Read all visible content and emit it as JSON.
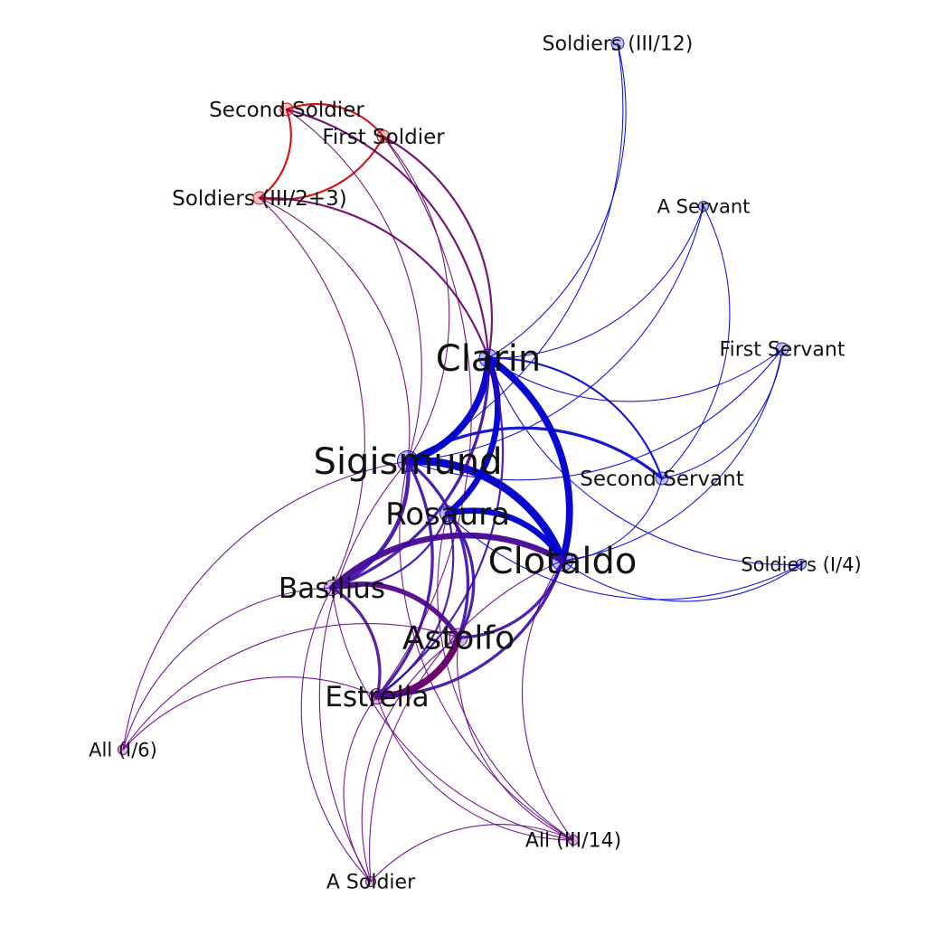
{
  "nodes": [
    {
      "id": "clarin",
      "label": "Clarin",
      "color": "#0b0bcc",
      "importance": 4
    },
    {
      "id": "sigismund",
      "label": "Sigismund",
      "color": "#0b0bcc",
      "importance": 5
    },
    {
      "id": "rosaura",
      "label": "Rosaura",
      "color": "#1a10c0",
      "importance": 3
    },
    {
      "id": "clotaldo",
      "label": "Clotaldo",
      "color": "#0b0bcc",
      "importance": 5
    },
    {
      "id": "basilius",
      "label": "Basilius",
      "color": "#4a0d96",
      "importance": 3
    },
    {
      "id": "astolfo",
      "label": "Astolfo",
      "color": "#5e0b86",
      "importance": 4
    },
    {
      "id": "estrella",
      "label": "Estrella",
      "color": "#5e0b86",
      "importance": 3
    },
    {
      "id": "second_soldier",
      "label": "Second Soldier",
      "color": "#cc1111",
      "importance": 2
    },
    {
      "id": "first_soldier",
      "label": "First Soldier",
      "color": "#cc1111",
      "importance": 2
    },
    {
      "id": "soldiers_iii_2_3",
      "label": "Soldiers (III/2+3)",
      "color": "#cc1111",
      "importance": 2
    },
    {
      "id": "soldiers_iii_12",
      "label": "Soldiers (III/12)",
      "color": "#1a1acc",
      "importance": 2
    },
    {
      "id": "a_servant",
      "label": "A Servant",
      "color": "#1a1acc",
      "importance": 1
    },
    {
      "id": "first_servant",
      "label": "First Servant",
      "color": "#1a1acc",
      "importance": 2
    },
    {
      "id": "second_servant",
      "label": "Second Servant",
      "color": "#1a1acc",
      "importance": 2
    },
    {
      "id": "soldiers_i_4",
      "label": "Soldiers (I/4)",
      "color": "#1a1acc",
      "importance": 1
    },
    {
      "id": "all_i_6",
      "label": "All (I/6)",
      "color": "#6a0a7a",
      "importance": 1
    },
    {
      "id": "all_iii_14",
      "label": "All (III/14)",
      "color": "#6a0a7a",
      "importance": 1
    },
    {
      "id": "a_soldier",
      "label": "A Soldier",
      "color": "#6a0a7a",
      "importance": 1
    }
  ],
  "edges": [
    {
      "source": "clarin",
      "target": "sigismund",
      "weight": 7,
      "color": "#0000cc"
    },
    {
      "source": "clarin",
      "target": "rosaura",
      "weight": 6,
      "color": "#0000cc"
    },
    {
      "source": "clarin",
      "target": "clotaldo",
      "weight": 7,
      "color": "#0000cc"
    },
    {
      "source": "sigismund",
      "target": "clotaldo",
      "weight": 8,
      "color": "#0000cc"
    },
    {
      "source": "rosaura",
      "target": "clotaldo",
      "weight": 6,
      "color": "#0000cc"
    },
    {
      "source": "sigismund",
      "target": "second_servant",
      "weight": 3,
      "color": "#0000cc"
    },
    {
      "source": "clarin",
      "target": "second_servant",
      "weight": 2,
      "color": "#0000cc"
    },
    {
      "source": "basilius",
      "target": "clotaldo",
      "weight": 6,
      "color": "#4a0a96"
    },
    {
      "source": "basilius",
      "target": "astolfo",
      "weight": 5,
      "color": "#5a0a8a"
    },
    {
      "source": "astolfo",
      "target": "estrella",
      "weight": 7,
      "color": "#660066"
    },
    {
      "source": "sigismund",
      "target": "basilius",
      "weight": 4,
      "color": "#3a0aa6"
    },
    {
      "source": "sigismund",
      "target": "estrella",
      "weight": 3,
      "color": "#3a0aa6"
    },
    {
      "source": "sigismund",
      "target": "astolfo",
      "weight": 3,
      "color": "#3a0aa6"
    },
    {
      "source": "clarin",
      "target": "basilius",
      "weight": 3,
      "color": "#3a0aa6"
    },
    {
      "source": "clarin",
      "target": "estrella",
      "weight": 2,
      "color": "#3a0aa6"
    },
    {
      "source": "clotaldo",
      "target": "estrella",
      "weight": 3,
      "color": "#3a0aa6"
    },
    {
      "source": "clotaldo",
      "target": "astolfo",
      "weight": 3,
      "color": "#3a0aa6"
    },
    {
      "source": "rosaura",
      "target": "astolfo",
      "weight": 3,
      "color": "#3a0aa6"
    },
    {
      "source": "rosaura",
      "target": "basilius",
      "weight": 2,
      "color": "#3a0aa6"
    },
    {
      "source": "rosaura",
      "target": "estrella",
      "weight": 2,
      "color": "#3a0aa6"
    },
    {
      "source": "basilius",
      "target": "estrella",
      "weight": 3,
      "color": "#4a0a96"
    },
    {
      "source": "second_soldier",
      "target": "first_soldier",
      "weight": 2,
      "color": "#cc0000"
    },
    {
      "source": "second_soldier",
      "target": "soldiers_iii_2_3",
      "weight": 2,
      "color": "#cc0000"
    },
    {
      "source": "first_soldier",
      "target": "soldiers_iii_2_3",
      "weight": 2,
      "color": "#cc0000"
    },
    {
      "source": "second_soldier",
      "target": "clarin",
      "weight": 2,
      "color": "#660066"
    },
    {
      "source": "first_soldier",
      "target": "clarin",
      "weight": 2,
      "color": "#660066"
    },
    {
      "source": "soldiers_iii_2_3",
      "target": "clarin",
      "weight": 2,
      "color": "#660066"
    },
    {
      "source": "second_soldier",
      "target": "sigismund",
      "weight": 1,
      "color": "#660066"
    },
    {
      "source": "first_soldier",
      "target": "sigismund",
      "weight": 1,
      "color": "#660066"
    },
    {
      "source": "soldiers_iii_2_3",
      "target": "sigismund",
      "weight": 1,
      "color": "#660066"
    },
    {
      "source": "soldiers_iii_12",
      "target": "clarin",
      "weight": 1,
      "color": "#0000cc"
    },
    {
      "source": "soldiers_iii_12",
      "target": "sigismund",
      "weight": 1,
      "color": "#0000cc"
    },
    {
      "source": "a_servant",
      "target": "clarin",
      "weight": 1,
      "color": "#0000cc"
    },
    {
      "source": "a_servant",
      "target": "sigismund",
      "weight": 1,
      "color": "#0000cc"
    },
    {
      "source": "first_servant",
      "target": "clarin",
      "weight": 1,
      "color": "#0000cc"
    },
    {
      "source": "first_servant",
      "target": "sigismund",
      "weight": 1,
      "color": "#0000cc"
    },
    {
      "source": "first_servant",
      "target": "clotaldo",
      "weight": 1,
      "color": "#0000cc"
    },
    {
      "source": "first_servant",
      "target": "second_servant",
      "weight": 1,
      "color": "#0000cc"
    },
    {
      "source": "second_servant",
      "target": "clotaldo",
      "weight": 1,
      "color": "#0000cc"
    },
    {
      "source": "a_servant",
      "target": "second_servant",
      "weight": 1,
      "color": "#0000cc"
    },
    {
      "source": "soldiers_i_4",
      "target": "clarin",
      "weight": 1,
      "color": "#0000cc"
    },
    {
      "source": "soldiers_i_4",
      "target": "rosaura",
      "weight": 1,
      "color": "#0000cc"
    },
    {
      "source": "soldiers_i_4",
      "target": "clotaldo",
      "weight": 1,
      "color": "#0000cc"
    },
    {
      "source": "all_i_6",
      "target": "basilius",
      "weight": 1,
      "color": "#660088"
    },
    {
      "source": "all_i_6",
      "target": "astolfo",
      "weight": 1,
      "color": "#660088"
    },
    {
      "source": "all_i_6",
      "target": "estrella",
      "weight": 1,
      "color": "#660088"
    },
    {
      "source": "all_i_6",
      "target": "sigismund",
      "weight": 1,
      "color": "#660088"
    },
    {
      "source": "all_iii_14",
      "target": "basilius",
      "weight": 1,
      "color": "#660088"
    },
    {
      "source": "all_iii_14",
      "target": "sigismund",
      "weight": 1,
      "color": "#660088"
    },
    {
      "source": "all_iii_14",
      "target": "estrella",
      "weight": 1,
      "color": "#660088"
    },
    {
      "source": "all_iii_14",
      "target": "clotaldo",
      "weight": 1,
      "color": "#660088"
    },
    {
      "source": "all_iii_14",
      "target": "astolfo",
      "weight": 1,
      "color": "#660088"
    },
    {
      "source": "all_iii_14",
      "target": "rosaura",
      "weight": 1,
      "color": "#660088"
    },
    {
      "source": "a_soldier",
      "target": "basilius",
      "weight": 1,
      "color": "#660088"
    },
    {
      "source": "a_soldier",
      "target": "sigismund",
      "weight": 1,
      "color": "#660088"
    },
    {
      "source": "a_soldier",
      "target": "estrella",
      "weight": 1,
      "color": "#660088"
    },
    {
      "source": "a_soldier",
      "target": "clotaldo",
      "weight": 1,
      "color": "#660088"
    },
    {
      "source": "a_soldier",
      "target": "astolfo",
      "weight": 1,
      "color": "#660088"
    },
    {
      "source": "a_soldier",
      "target": "all_iii_14",
      "weight": 1,
      "color": "#660088"
    },
    {
      "source": "first_soldier",
      "target": "estrella",
      "weight": 1,
      "color": "#660066"
    },
    {
      "source": "soldiers_iii_2_3",
      "target": "basilius",
      "weight": 1,
      "color": "#660066"
    }
  ]
}
